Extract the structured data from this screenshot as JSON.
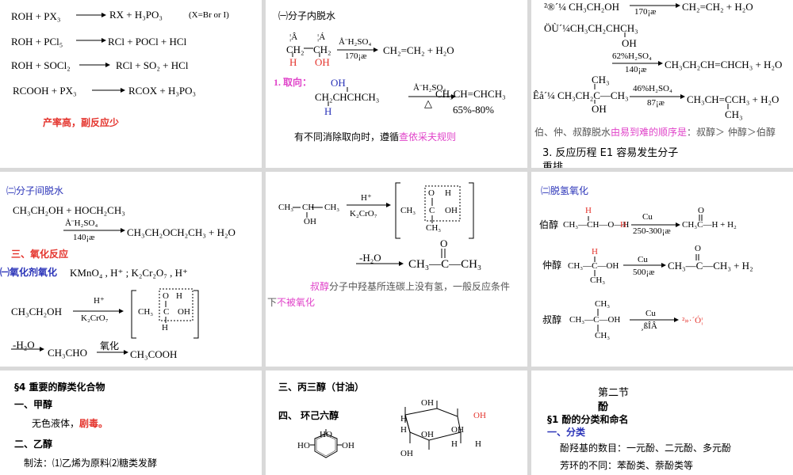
{
  "p1": {
    "r1": "ROH + PX₃",
    "r1_prod": "RX + H₃PO₃",
    "r1_note": "(X=Br or I)",
    "r2": "ROH + PCl₅",
    "r2_prod": "RCl + POCl + HCl",
    "r3": "ROH + SOCl₂",
    "r3_prod": "RCl + SO₂ + HCl",
    "r4": "RCOOH + PX₃",
    "r4_prod": "RCOX + H₃PO₃",
    "note": "产率高，副反应少"
  },
  "p2": {
    "heading": "㈠分子内脱水",
    "h_top": "¦Â",
    "h_top2": "¦Á",
    "ch2": "CH₂",
    "ch2b": "CH₂",
    "h": "H",
    "oh": "OH",
    "cond1": "Å¨H₂SO₄",
    "cond2": "170¡æ",
    "prod": "CH₂=CH₂ + H₂O",
    "sub1": "1. 取向：",
    "oh2": "OH",
    "chain": "CH₂CHCHCH₃",
    "h2": "H",
    "cond3": "Å¨H₂SO₄",
    "delta": "△",
    "prod2": "CH₃CH=CHCH₃",
    "yield": "65%-80%",
    "rule_a": "有不同消除取向时，遵循",
    "rule_b": "查依采夫规则"
  },
  "p3": {
    "l1_a": "²®´¼ CH₃CH₂OH",
    "l1_c": "170¡æ",
    "l1_p": "CH₂=CH₂ + H₂O",
    "l2_a": "ÖÙ´¼CH₃CH₂CHCH₃",
    "l2_oh": "OH",
    "l2_c1": "62%H₂SO₄",
    "l2_c2": "140¡æ",
    "l2_p": "CH₃CH₂CH=CHCH₃ + H₂O",
    "l3_ch3": "CH₃",
    "l3_a": "Êå´¼ CH₃CH₂C—CH₃",
    "l3_oh": "OH",
    "l3_c1": "46%H₂SO₄",
    "l3_c2": "87¡æ",
    "l3_p": "CH₃CH=CCH₃ + H₂O",
    "l3_pch3": "CH₃",
    "order_a": "伯、仲、叔醇脱水",
    "order_b": "由易到难的顺序是",
    "order_c": "：叔醇＞ 仲醇＞伯醇",
    "mech": "3.  反应历程        E1    容易发生分子",
    "mech2": "重排"
  },
  "p4": {
    "heading": "㈡分子间脱水",
    "r1": "CH₃CH₂OH  + HOCH₂CH₃",
    "c1": "Å¨H₂SO₄",
    "c2": "140¡æ",
    "prod": "CH₃CH₂OCH₂CH₃ +  H₂O",
    "sec": "三、氧化反应",
    "sub": "㈠氧化剂氧化",
    "agents": "KMnO₄ , H⁺  ;   K₂Cr₂O₇ , H⁺",
    "ethanol": "CH₃CH₂OH",
    "hplus": "H⁺",
    "kcr": "K₂CrO₇",
    "o": "O",
    "h": "H",
    "ch3c": "CH₃",
    "c": "C",
    "oh": "OH",
    "h2": "H",
    "water": "-H₂O",
    "ald": "CH₃CHO",
    "ox": "氧化",
    "acid": "CH₃COOH"
  },
  "p5": {
    "ch3": "CH₃",
    "ch": "CH",
    "ch3b": "CH₃",
    "oh": "OH",
    "hplus": "H⁺",
    "kcr": "K₂CrO₇",
    "o": "O",
    "h": "H",
    "ch3c": "CH₃",
    "c": "C",
    "ohr": "OH",
    "ch3d": "CH₃",
    "water": "-H₂O",
    "ket_o": "O",
    "ketone": "CH₃—C—CH₃",
    "note_a": "叔醇",
    "note_b": "分子中羟基所连碳上没有氢，一般反应条件",
    "note_c": "下",
    "note_d": "不被氧化"
  },
  "p6": {
    "heading": "㈡脱氢氧化",
    "pri": "伯醇",
    "pri_h": "H",
    "pri_f": "CH₃—CH—O—H",
    "pri_h2": "H",
    "cu": "Cu",
    "pri_c": "250-300¡æ",
    "pri_p": "CH₃C—H  +  H₂",
    "pri_o": "O",
    "sec": "仲醇",
    "sec_h": "H",
    "sec_f": "CH₃—C—OH",
    "sec_ch3": "CH₃",
    "sec_c": "500¡æ",
    "sec_p": "CH₃—C—CH₃  +  H₂",
    "sec_o": "O",
    "ter": "叔醇",
    "ter_ch3": "CH₃",
    "ter_f": "CH₃—C—OH",
    "ter_ch3b": "CH₃",
    "ter_c": "¸ßÎÂ",
    "ter_p": "²»·´Ó¦"
  },
  "p7": {
    "heading": "§4  重要的醇类化合物",
    "s1": "一、甲醇",
    "desc_a": "无色液体，",
    "desc_b": "剧毒。",
    "s2": "二、乙醇",
    "make": "制法：⑴乙烯为原料⑵糖类发酵"
  },
  "p8": {
    "s3": "三、丙三醇（甘油）",
    "s4": "四、  环己六醇",
    "ho": "HO",
    "oh": "OH",
    "h": "H"
  },
  "p9": {
    "title1": "第二节",
    "title2": "酚",
    "heading": "§1  酚的分类和命名",
    "sub": "一、分类",
    "l1": "酚羟基的数目：一元酚、二元酚、多元酚",
    "l2": "芳环的不同：苯酚类、萘酚类等"
  }
}
